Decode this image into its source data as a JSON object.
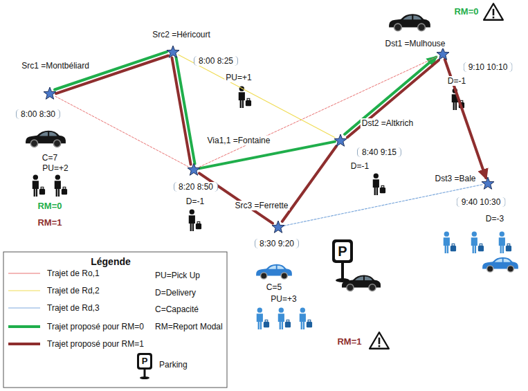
{
  "diagram": {
    "nodes": [
      {
        "text": [
          "Src1 =Montbéliard",
          "8:00 8:30",
          "PU=+2"
        ]
      },
      {
        "text": [
          "Src2 =Héricourt",
          "8:00 8:25",
          "PU=+1"
        ]
      },
      {
        "text": [
          "Via1,1 =Fontaine",
          "8:20 8:50",
          "D=-1"
        ]
      },
      {
        "text": [
          "Src3 =Ferrette",
          "8:30 9:20",
          "PU=+3"
        ]
      },
      {
        "text": [
          "Dst2 =Altkrich",
          "8:40 9:15",
          "D=-1"
        ]
      },
      {
        "text": [
          "Dst1 =Mulhouse",
          "9:10 10:10",
          "D=-1"
        ]
      },
      {
        "text": [
          "Dst3 =Bale",
          "9:40 10:30",
          "D=-3"
        ]
      }
    ],
    "edges": [
      {
        "from": 0,
        "to": 1,
        "arrow": "none"
      },
      {
        "from": 1,
        "to": 2,
        "arrow": "none"
      },
      {
        "from": 2,
        "to": 4,
        "arrow": "none"
      },
      {
        "from": 4,
        "to": 5,
        "arrow": "to"
      },
      {
        "from": 0,
        "to": 1,
        "arrow": "none"
      },
      {
        "from": 1,
        "to": 2,
        "arrow": "none"
      },
      {
        "from": 2,
        "to": 3,
        "arrow": "none"
      },
      {
        "from": 3,
        "to": 4,
        "arrow": "none"
      },
      {
        "from": 4,
        "to": 5,
        "arrow": "none"
      },
      {
        "from": 5,
        "to": 6,
        "arrow": "to"
      },
      {
        "from": 0,
        "to": 2,
        "arrow": "none"
      },
      {
        "from": 2,
        "to": 5,
        "arrow": "none"
      },
      {
        "from": 1,
        "to": 4,
        "arrow": "none"
      },
      {
        "from": 3,
        "to": 6,
        "arrow": "none"
      }
    ],
    "labels": [
      "C=7",
      "RM=0",
      "RM=1",
      "C=5",
      "RM=1",
      "RM=0",
      "Légende",
      "P",
      "P"
    ],
    "legend": [
      {
        "text": "Trajet de Ro,1"
      },
      {
        "text": "PU=Pick Up"
      },
      {
        "text": "Trajet de Rd,2"
      },
      {
        "text": "D=Delivery"
      },
      {
        "text": "Trajet de Rd,3"
      },
      {
        "text": "C=Capacité"
      },
      {
        "text": "Trajet proposé pour RM=0"
      },
      {
        "text": "RM=Report Modal"
      },
      {
        "text": "Trajet proposé pour RM=1"
      },
      {
        "text": "Parking"
      }
    ]
  }
}
